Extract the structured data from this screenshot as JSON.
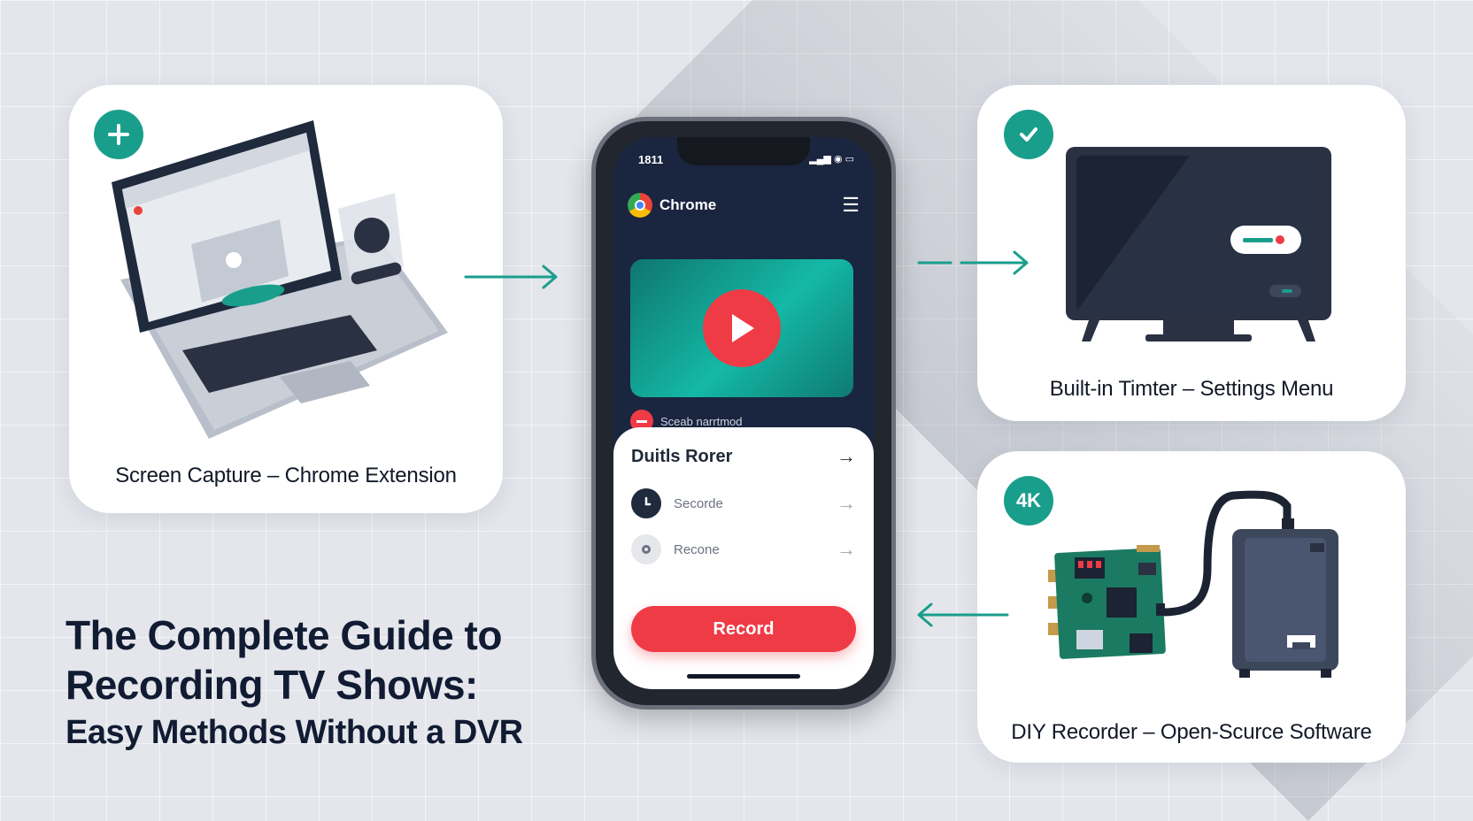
{
  "headline": {
    "line1": "The Complete Guide to",
    "line2": "Recording TV Shows:",
    "line3": "Easy Methods Without a DVR"
  },
  "cards": {
    "screen_capture": {
      "caption": "Screen Capture – Chrome Extension",
      "badge_icon": "plus-icon"
    },
    "built_in_timer": {
      "caption": "Built-in Timter – Settings Menu",
      "badge_icon": "check-icon"
    },
    "diy_recorder": {
      "caption": "DIY Recorder – Open-Scurce Software",
      "badge": "4K"
    }
  },
  "phone": {
    "status_time": "1811",
    "app_title": "Chrome",
    "recording_status": "Sceab narrtmod",
    "sheet": {
      "title": "Duitls Rorer",
      "items": [
        {
          "label": "Secorde",
          "icon": "clock-icon"
        },
        {
          "label": "Recone",
          "icon": "settings-icon"
        }
      ],
      "record_label": "Record"
    }
  },
  "colors": {
    "accent_teal": "#1a9e8c",
    "record_red": "#ef3b46",
    "dark_navy": "#1a2540"
  }
}
